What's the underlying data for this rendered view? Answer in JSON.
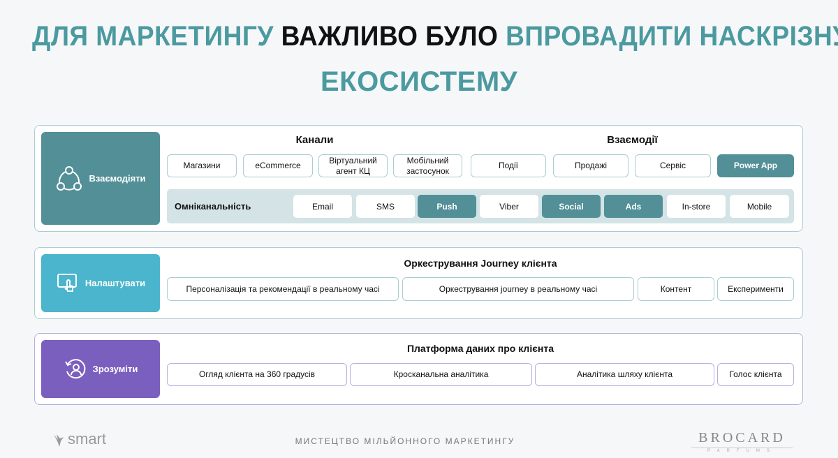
{
  "title": {
    "part1": "ДЛЯ МАРКЕТИНГУ",
    "part2": "ВАЖЛИВО БУЛО",
    "part3": "ВПРОВАДИТИ НАСКРІЗНУ",
    "part4": "ЕКОСИСТЕМУ"
  },
  "engage": {
    "label": "Взаємодіяти",
    "channels_title": "Канали",
    "interactions_title": "Взаємодії",
    "channels": [
      "Магазини",
      "eCommerce",
      "Віртуальний агент КЦ",
      "Мобільний застосунок"
    ],
    "interactions": [
      "Події",
      "Продажі",
      "Сервіс",
      "Power App"
    ],
    "omni_label": "Омніканальність",
    "omni": [
      "Email",
      "SMS",
      "Push",
      "Viber",
      "Social",
      "Ads",
      "In-store",
      "Mobile"
    ]
  },
  "configure": {
    "label": "Налаштувати",
    "title": "Оркестрування Journey клієнта",
    "items": [
      "Персоналізація та рекомендації в реальному часі",
      "Оркестрування journey в реальному часі",
      "Контент",
      "Експерименти"
    ]
  },
  "understand": {
    "label": "Зрозуміти",
    "title": "Платформа даних про клієнта",
    "items": [
      "Огляд клієнта на 360 градусів",
      "Кросканальна аналітика",
      "Аналітика шляху клієнта",
      "Голос клієнта"
    ]
  },
  "footer": {
    "left_logo": "smart",
    "center": "МИСТЕЦТВО МІЛЬЙОННОГО МАРКЕТИНГУ",
    "right_logo": "BROCARD",
    "right_sub": "PARFUMS"
  },
  "colors": {
    "teal": "#528f97",
    "cyan": "#4ab5cc",
    "purple": "#7b5fbf",
    "title": "#4a9aa0"
  }
}
